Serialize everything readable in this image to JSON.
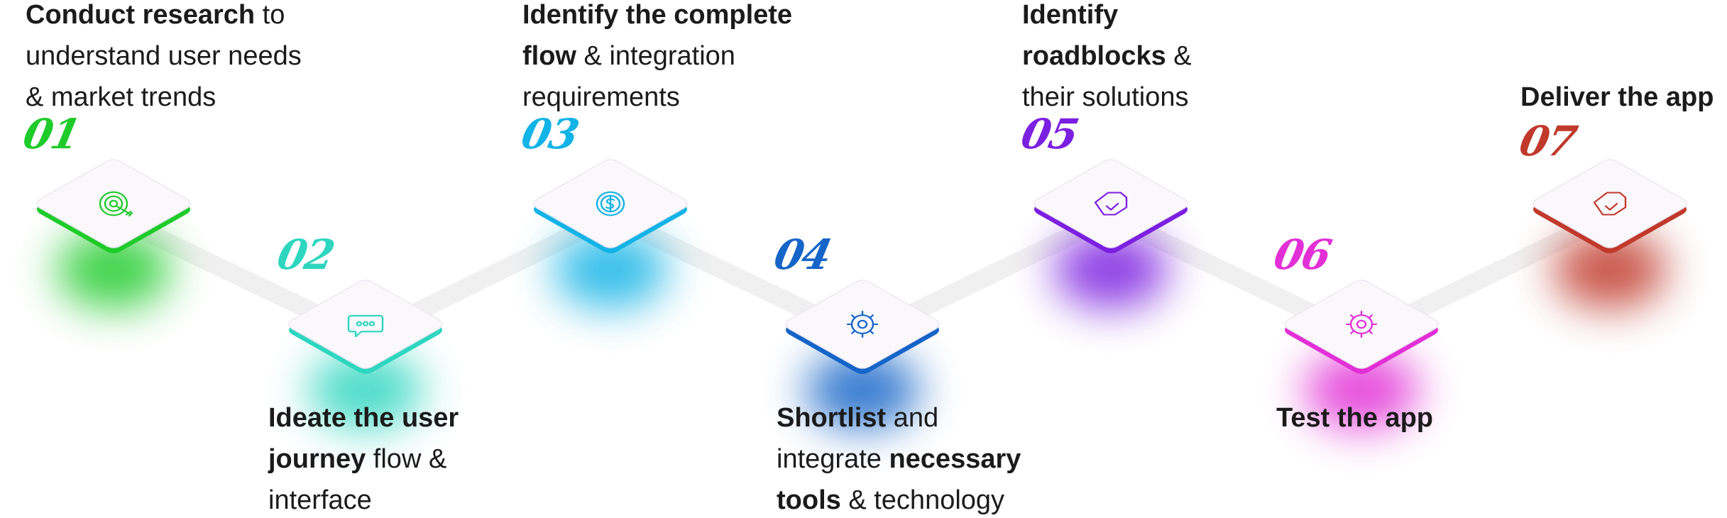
{
  "steps": [
    {
      "number": "01",
      "icon": "target-icon",
      "color": "#1ecb2a",
      "caption": [
        [
          {
            "text": "Conduct research",
            "bold": true
          },
          {
            "text": " to",
            "bold": false
          }
        ],
        [
          {
            "text": "understand user needs",
            "bold": false
          }
        ],
        [
          {
            "text": "& market trends",
            "bold": false
          }
        ]
      ]
    },
    {
      "number": "02",
      "icon": "chat-bubble-icon",
      "color": "#2ed6c0",
      "caption": [
        [
          {
            "text": "Ideate the user",
            "bold": true
          }
        ],
        [
          {
            "text": "journey",
            "bold": true
          },
          {
            "text": " flow &",
            "bold": false
          }
        ],
        [
          {
            "text": "interface",
            "bold": false
          }
        ]
      ]
    },
    {
      "number": "03",
      "icon": "dollar-coin-icon",
      "color": "#12b3e6",
      "caption": [
        [
          {
            "text": "Identify the complete",
            "bold": true
          }
        ],
        [
          {
            "text": "flow",
            "bold": true
          },
          {
            "text": " & integration",
            "bold": false
          }
        ],
        [
          {
            "text": "requirements",
            "bold": false
          }
        ]
      ]
    },
    {
      "number": "04",
      "icon": "gear-icon",
      "color": "#1565c8",
      "caption": [
        [
          {
            "text": "Shortlist",
            "bold": true
          },
          {
            "text": " and",
            "bold": false
          }
        ],
        [
          {
            "text": "integrate ",
            "bold": false
          },
          {
            "text": "necessary",
            "bold": true
          }
        ],
        [
          {
            "text": "tools",
            "bold": true
          },
          {
            "text": " & technology",
            "bold": false
          }
        ]
      ]
    },
    {
      "number": "05",
      "icon": "tag-icon",
      "color": "#7b1fe0",
      "caption": [
        [
          {
            "text": "Identify",
            "bold": true
          }
        ],
        [
          {
            "text": "roadblocks",
            "bold": true
          },
          {
            "text": " &",
            "bold": false
          }
        ],
        [
          {
            "text": "their solutions",
            "bold": false
          }
        ]
      ]
    },
    {
      "number": "06",
      "icon": "gear-icon",
      "color": "#e22fd6",
      "caption": [
        [
          {
            "text": "Test the app",
            "bold": true
          }
        ]
      ]
    },
    {
      "number": "07",
      "icon": "tag-icon",
      "color": "#c0392b",
      "caption": [
        [
          {
            "text": "Deliver the app",
            "bold": true
          }
        ]
      ]
    }
  ]
}
